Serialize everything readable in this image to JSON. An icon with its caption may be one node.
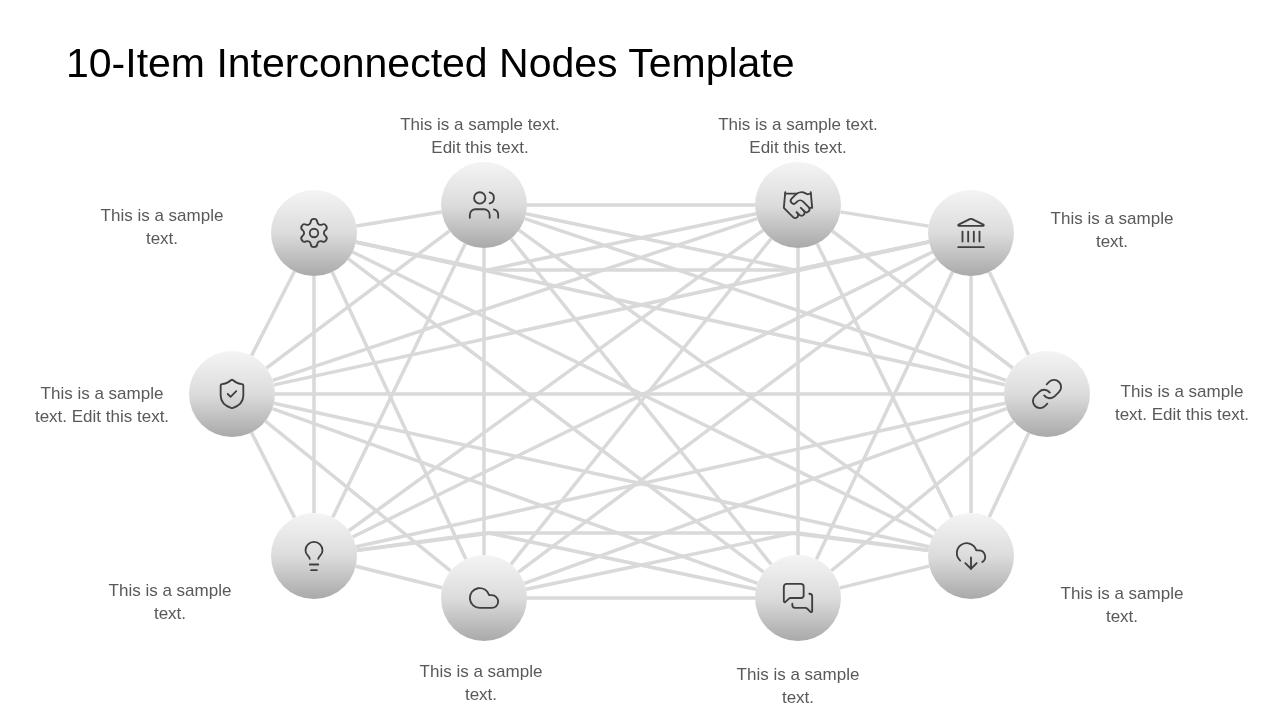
{
  "diagram": {
    "title": "10-Item Interconnected Nodes Template",
    "nodes": [
      {
        "text": [],
        "shape": "circle",
        "beside": [
          "This is a sample text."
        ]
      },
      {
        "text": [],
        "shape": "circle",
        "beside": [
          "This is a sample text. Edit this text."
        ]
      },
      {
        "text": [],
        "shape": "circle",
        "beside": [
          "This is a sample text. Edit this text."
        ]
      },
      {
        "text": [],
        "shape": "circle",
        "beside": [
          "This is a sample text."
        ]
      },
      {
        "text": [],
        "shape": "circle",
        "beside": [
          "This is a sample text. Edit this text."
        ]
      },
      {
        "text": [],
        "shape": "circle",
        "beside": [
          "This is a sample text. Edit this text."
        ]
      },
      {
        "text": [],
        "shape": "circle",
        "beside": [
          "This is a sample text."
        ]
      },
      {
        "text": [],
        "shape": "circle",
        "beside": [
          "This is a sample text."
        ]
      },
      {
        "text": [],
        "shape": "circle",
        "beside": [
          "This is a sample text."
        ]
      },
      {
        "text": [],
        "shape": "circle",
        "beside": [
          "This is a sample text."
        ]
      }
    ],
    "edges": [
      {
        "from": 0,
        "to": 1,
        "arrow": "none"
      },
      {
        "from": 0,
        "to": 2,
        "arrow": "none"
      },
      {
        "from": 0,
        "to": 3,
        "arrow": "none"
      },
      {
        "from": 0,
        "to": 4,
        "arrow": "none"
      },
      {
        "from": 0,
        "to": 5,
        "arrow": "none"
      },
      {
        "from": 0,
        "to": 6,
        "arrow": "none"
      },
      {
        "from": 0,
        "to": 7,
        "arrow": "none"
      },
      {
        "from": 0,
        "to": 8,
        "arrow": "none"
      },
      {
        "from": 0,
        "to": 9,
        "arrow": "none"
      },
      {
        "from": 1,
        "to": 2,
        "arrow": "none"
      },
      {
        "from": 1,
        "to": 3,
        "arrow": "none"
      },
      {
        "from": 1,
        "to": 4,
        "arrow": "none"
      },
      {
        "from": 1,
        "to": 5,
        "arrow": "none"
      },
      {
        "from": 1,
        "to": 6,
        "arrow": "none"
      },
      {
        "from": 1,
        "to": 7,
        "arrow": "none"
      },
      {
        "from": 1,
        "to": 8,
        "arrow": "none"
      },
      {
        "from": 1,
        "to": 9,
        "arrow": "none"
      },
      {
        "from": 2,
        "to": 3,
        "arrow": "none"
      },
      {
        "from": 2,
        "to": 4,
        "arrow": "none"
      },
      {
        "from": 2,
        "to": 5,
        "arrow": "none"
      },
      {
        "from": 2,
        "to": 6,
        "arrow": "none"
      },
      {
        "from": 2,
        "to": 7,
        "arrow": "none"
      },
      {
        "from": 2,
        "to": 8,
        "arrow": "none"
      },
      {
        "from": 2,
        "to": 9,
        "arrow": "none"
      },
      {
        "from": 3,
        "to": 4,
        "arrow": "none"
      },
      {
        "from": 3,
        "to": 5,
        "arrow": "none"
      },
      {
        "from": 3,
        "to": 6,
        "arrow": "none"
      },
      {
        "from": 3,
        "to": 7,
        "arrow": "none"
      },
      {
        "from": 3,
        "to": 8,
        "arrow": "none"
      },
      {
        "from": 3,
        "to": 9,
        "arrow": "none"
      },
      {
        "from": 4,
        "to": 5,
        "arrow": "none"
      },
      {
        "from": 4,
        "to": 6,
        "arrow": "none"
      },
      {
        "from": 4,
        "to": 7,
        "arrow": "none"
      },
      {
        "from": 4,
        "to": 8,
        "arrow": "none"
      },
      {
        "from": 4,
        "to": 9,
        "arrow": "none"
      },
      {
        "from": 5,
        "to": 6,
        "arrow": "none"
      },
      {
        "from": 5,
        "to": 7,
        "arrow": "none"
      },
      {
        "from": 5,
        "to": 8,
        "arrow": "none"
      },
      {
        "from": 5,
        "to": 9,
        "arrow": "none"
      },
      {
        "from": 6,
        "to": 7,
        "arrow": "none"
      },
      {
        "from": 6,
        "to": 8,
        "arrow": "none"
      },
      {
        "from": 6,
        "to": 9,
        "arrow": "none"
      },
      {
        "from": 7,
        "to": 8,
        "arrow": "none"
      },
      {
        "from": 7,
        "to": 9,
        "arrow": "none"
      },
      {
        "from": 8,
        "to": 9,
        "arrow": "none"
      }
    ]
  }
}
